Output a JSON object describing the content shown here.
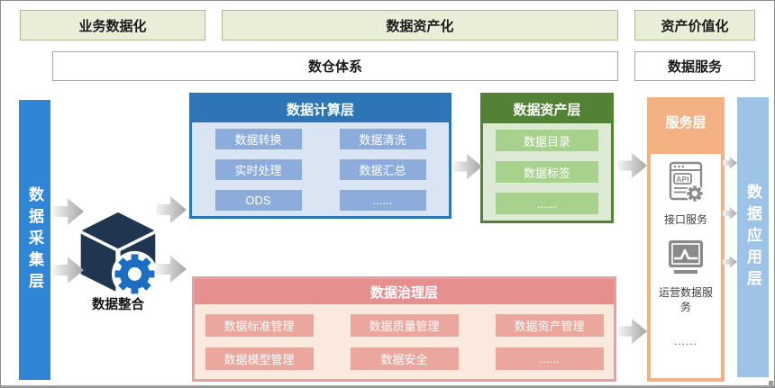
{
  "top_banners": [
    {
      "label": "业务数据化"
    },
    {
      "label": "数据资产化"
    },
    {
      "label": "资产价值化"
    }
  ],
  "sub_banners": [
    {
      "label": "数仓体系"
    },
    {
      "label": "数据服务"
    }
  ],
  "left_bar": {
    "label": "数据采集层"
  },
  "right_bar": {
    "label": "数据应用层"
  },
  "integration": {
    "label": "数据整合",
    "icon": "cube-gear-icon"
  },
  "compute_layer": {
    "title": "数据计算层",
    "items": [
      "数据转换",
      "数据清洗",
      "实时处理",
      "数据汇总",
      "ODS",
      "......"
    ]
  },
  "asset_layer": {
    "title": "数据资产层",
    "items": [
      "数据目录",
      "数据标签",
      "......"
    ]
  },
  "governance_layer": {
    "title": "数据治理层",
    "items": [
      "数据标准管理",
      "数据质量管理",
      "数据资产管理",
      "数据模型管理",
      "数据安全",
      "......"
    ]
  },
  "service_layer": {
    "title": "服务层",
    "services": [
      {
        "icon": "api-icon",
        "label": "接口服务"
      },
      {
        "icon": "monitor-chart-icon",
        "label": "运营数据服务"
      }
    ],
    "more": "......"
  },
  "colors": {
    "banner_green": "#e9eed9",
    "collect_bar_blue": "#3185d6",
    "apply_bar_blue": "#9dc3e6",
    "compute_blue": "#2e75b6",
    "compute_item_blue": "#8caddb",
    "asset_green": "#538135",
    "asset_item_green": "#a9d18e",
    "governance_red": "#e58f8f",
    "governance_item_red": "#eba69e",
    "service_orange": "#f4b183",
    "cube_navy": "#20354f",
    "gear_blue": "#1b6ec2",
    "arrow_gray": "#ababab"
  }
}
